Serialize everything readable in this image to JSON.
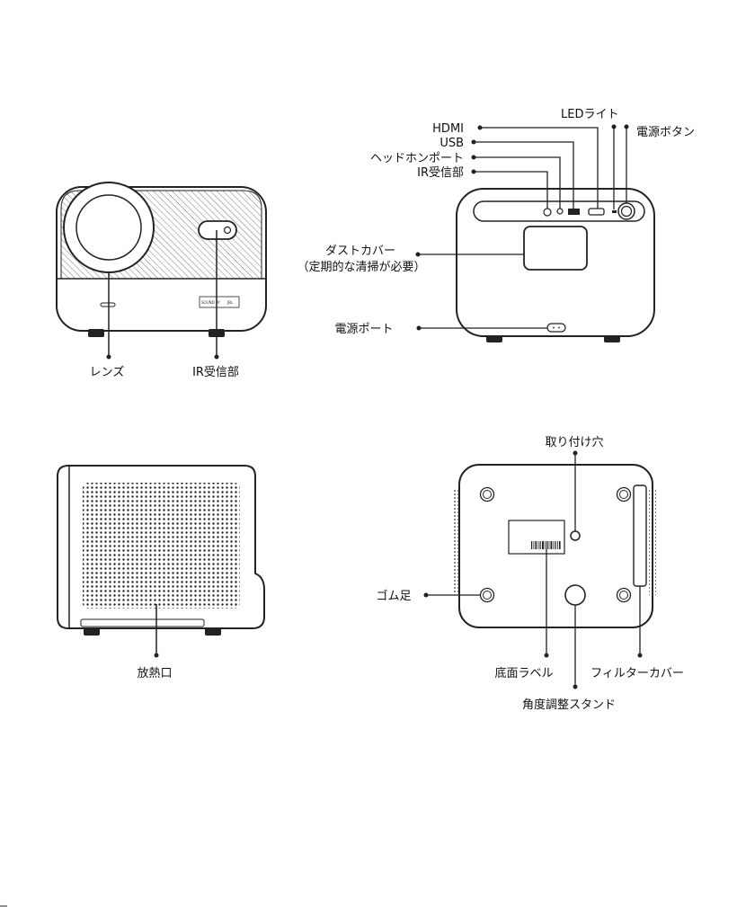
{
  "front": {
    "labels": {
      "lens": "レンズ",
      "ir_receiver": "IR受信部"
    },
    "badge_text": "SOUND BY",
    "brand_text": "JBL"
  },
  "back": {
    "labels": {
      "hdmi": "HDMI",
      "usb": "USB",
      "headphone_port": "ヘッドホンポート",
      "ir_receiver": "IR受信部",
      "led_light": "LEDライト",
      "power_button": "電源ボタン",
      "dust_cover": "ダストカバー",
      "dust_cover_note": "（定期的な清掃が必要）",
      "power_port": "電源ポート"
    }
  },
  "side": {
    "labels": {
      "vent": "放熱口"
    }
  },
  "bottom": {
    "labels": {
      "mount_hole": "取り付け穴",
      "rubber_feet": "ゴム足",
      "bottom_label": "底面ラベル",
      "filter_cover": "フィルターカバー",
      "angle_stand": "角度調整スタンド"
    }
  }
}
